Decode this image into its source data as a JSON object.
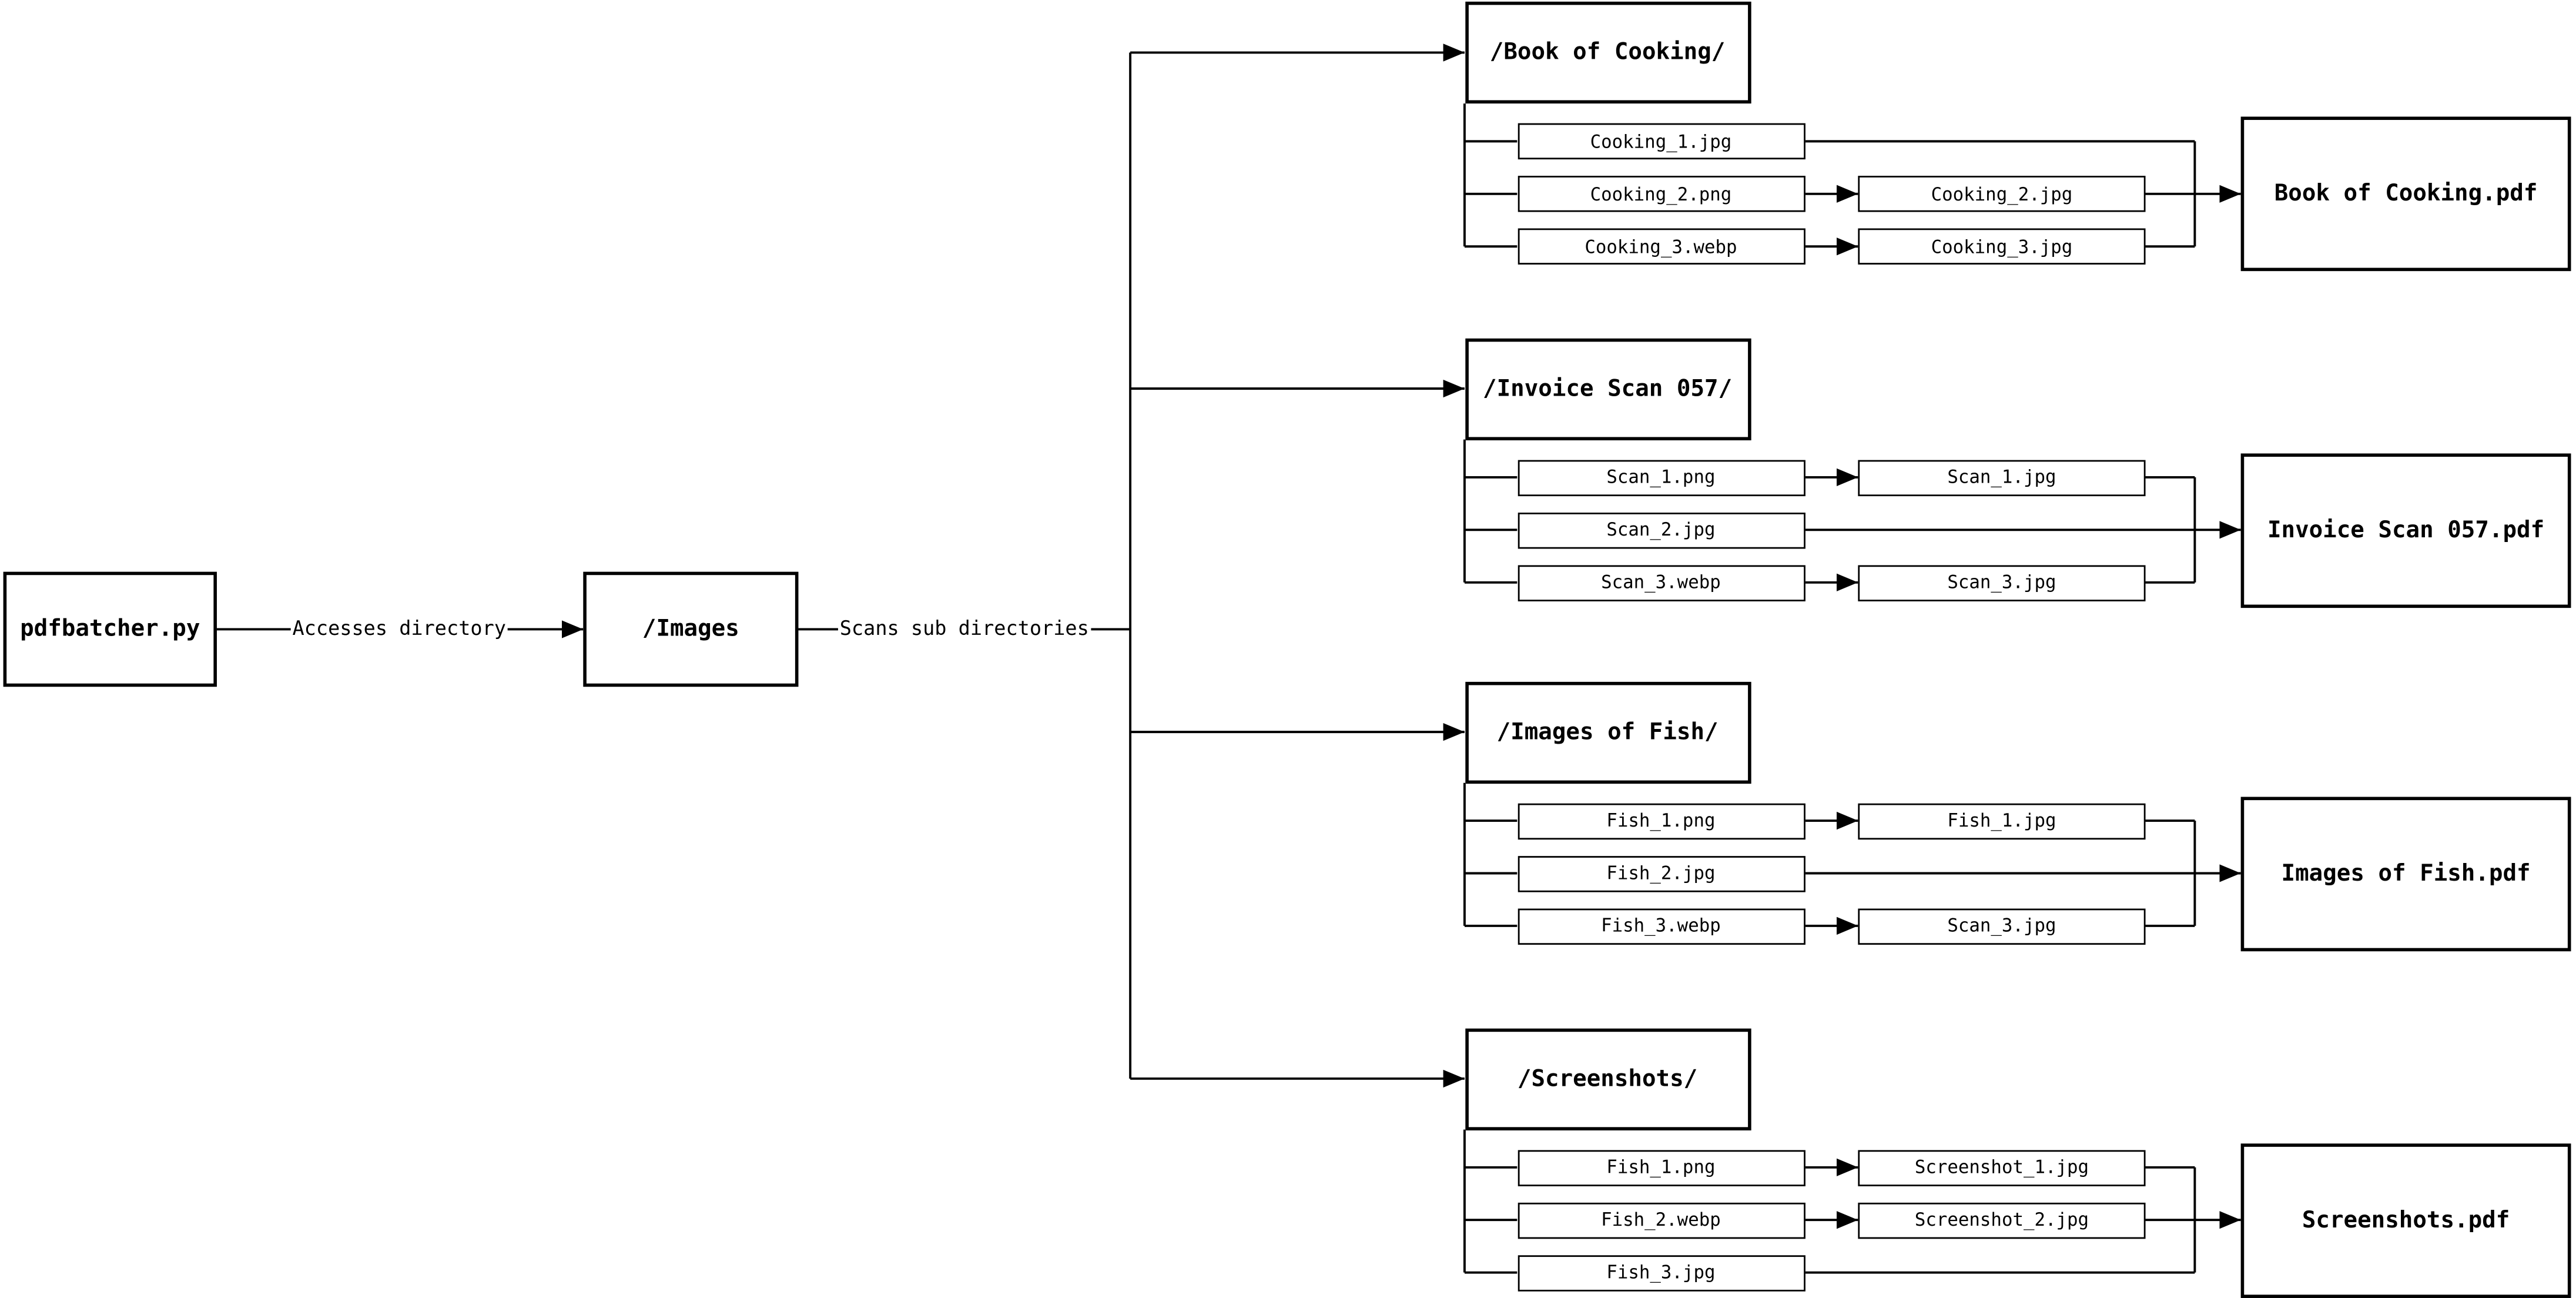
{
  "diagram": {
    "script_node": {
      "label": "pdfbatcher.py"
    },
    "root_dir_node": {
      "label": "/Images"
    },
    "edge_labels": {
      "access": "Accesses directory",
      "scan": "Scans sub directories"
    },
    "sections": [
      {
        "dir": "/Book of Cooking/",
        "pdf": "Book of Cooking.pdf",
        "files": [
          {
            "src": "Cooking_1.jpg"
          },
          {
            "src": "Cooking_2.png",
            "converted": "Cooking_2.jpg"
          },
          {
            "src": "Cooking_3.webp",
            "converted": "Cooking_3.jpg"
          }
        ]
      },
      {
        "dir": "/Invoice Scan 057/",
        "pdf": "Invoice Scan 057.pdf",
        "files": [
          {
            "src": "Scan_1.png",
            "converted": "Scan_1.jpg"
          },
          {
            "src": "Scan_2.jpg"
          },
          {
            "src": "Scan_3.webp",
            "converted": "Scan_3.jpg"
          }
        ]
      },
      {
        "dir": "/Images of Fish/",
        "pdf": "Images of Fish.pdf",
        "files": [
          {
            "src": "Fish_1.png",
            "converted": "Fish_1.jpg"
          },
          {
            "src": "Fish_2.jpg"
          },
          {
            "src": "Fish_3.webp",
            "converted": "Scan_3.jpg"
          }
        ]
      },
      {
        "dir": "/Screenshots/",
        "pdf": "Screenshots.pdf",
        "files": [
          {
            "src": "Fish_1.png",
            "converted": "Screenshot_1.jpg"
          },
          {
            "src": "Fish_2.webp",
            "converted": "Screenshot_2.jpg"
          },
          {
            "src": "Fish_3.jpg"
          }
        ]
      }
    ],
    "colors": {
      "line": "#000000",
      "box_border": "#000000",
      "box_bg": "#ffffff",
      "text": "#000000",
      "background": "#ffffff"
    }
  }
}
